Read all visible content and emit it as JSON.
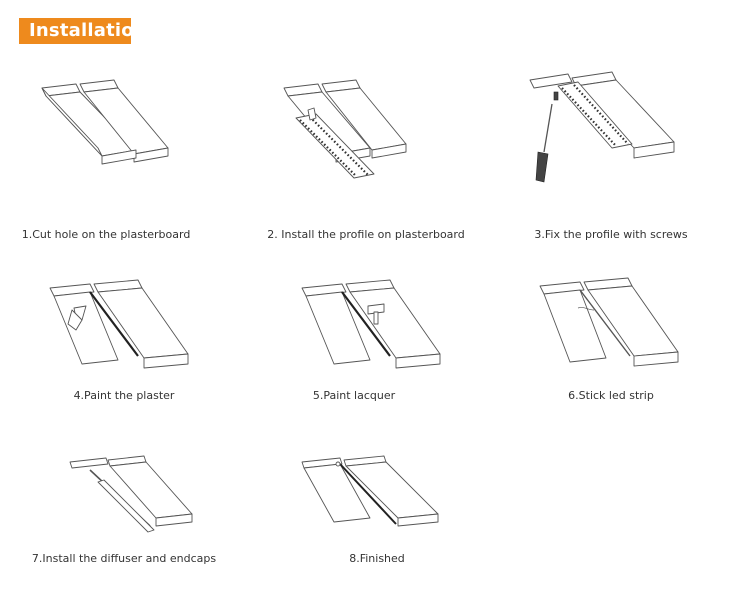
{
  "header": {
    "title": "Installation",
    "accent_color": "#ee8a1d"
  },
  "steps": [
    {
      "label": "1.Cut hole on the plasterboard",
      "icon": "plasterboard-cut-icon"
    },
    {
      "label": "2. Install the profile on plasterboard",
      "icon": "profile-install-icon"
    },
    {
      "label": "3.Fix the profile with screws",
      "icon": "screwdriver-icon"
    },
    {
      "label": "4.Paint the plaster",
      "icon": "plaster-paint-icon"
    },
    {
      "label": "5.Paint lacquer",
      "icon": "lacquer-paint-icon"
    },
    {
      "label": "6.Stick led strip",
      "icon": "led-strip-icon"
    },
    {
      "label": "7.Install the diffuser and endcaps",
      "icon": "diffuser-endcap-icon"
    },
    {
      "label": "8.Finished",
      "icon": "finished-profile-icon"
    }
  ]
}
